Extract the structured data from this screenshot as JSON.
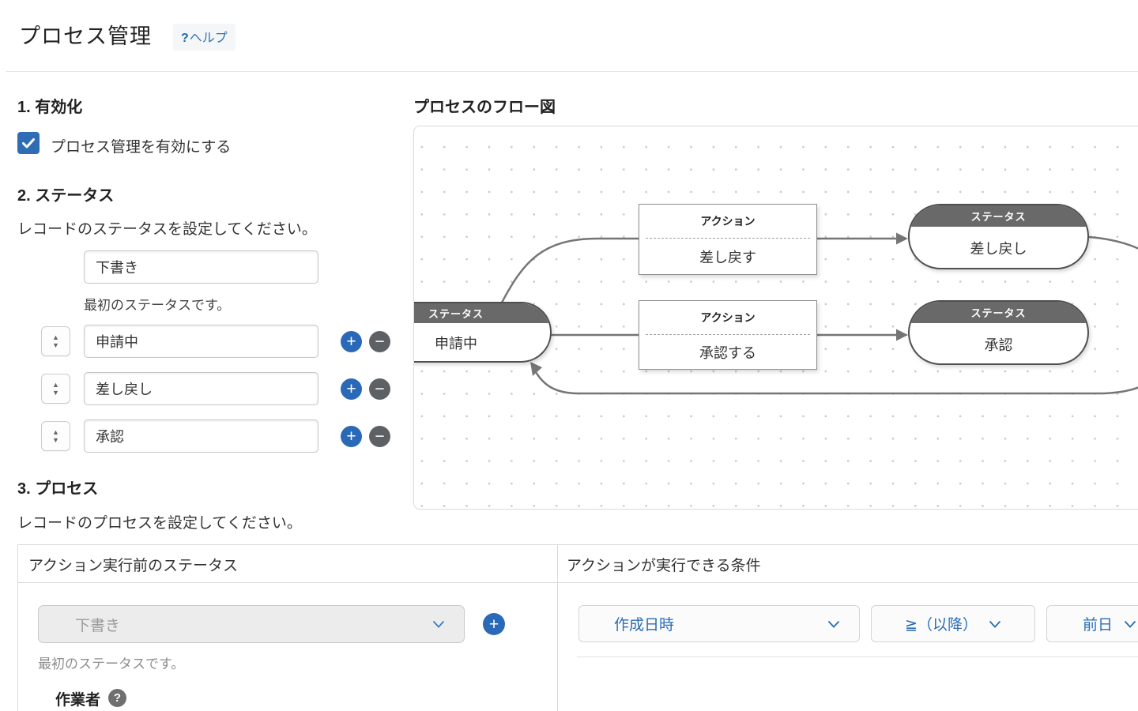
{
  "page": {
    "title": "プロセス管理",
    "help_q": "?",
    "help_label": "ヘルプ"
  },
  "activation": {
    "heading": "1. 有効化",
    "checkbox_label": "プロセス管理を有効にする",
    "checked": true
  },
  "status": {
    "heading": "2. ステータス",
    "description": "レコードのステータスを設定してください。",
    "first_note": "最初のステータスです。",
    "items": [
      {
        "value": "下書き"
      },
      {
        "value": "申請中"
      },
      {
        "value": "差し戻し"
      },
      {
        "value": "承認"
      }
    ]
  },
  "flow": {
    "heading": "プロセスのフロー図",
    "status_label": "ステータス",
    "action_label": "アクション",
    "start_status": "申請中",
    "action1": "差し戻す",
    "action2": "承認する",
    "result_status1": "差し戻し",
    "result_status2": "承認"
  },
  "process": {
    "heading": "3. プロセス",
    "description": "レコードのプロセスを設定してください。",
    "col1_header": "アクション実行前のステータス",
    "col2_header": "アクションが実行できる条件",
    "row": {
      "before_status": "下書き",
      "note": "最初のステータスです。",
      "assignee_label": "作業者",
      "cond_field": "作成日時",
      "cond_operator": "≧（以降）",
      "cond_value": "前日"
    }
  },
  "colors": {
    "accent_blue": "#2e6db4",
    "link_blue": "#3374b5",
    "dropdown_blue": "#2a6cb5",
    "minus_gray": "#5d6166",
    "node_header_gray": "#696969",
    "edge_gray": "#757575"
  }
}
